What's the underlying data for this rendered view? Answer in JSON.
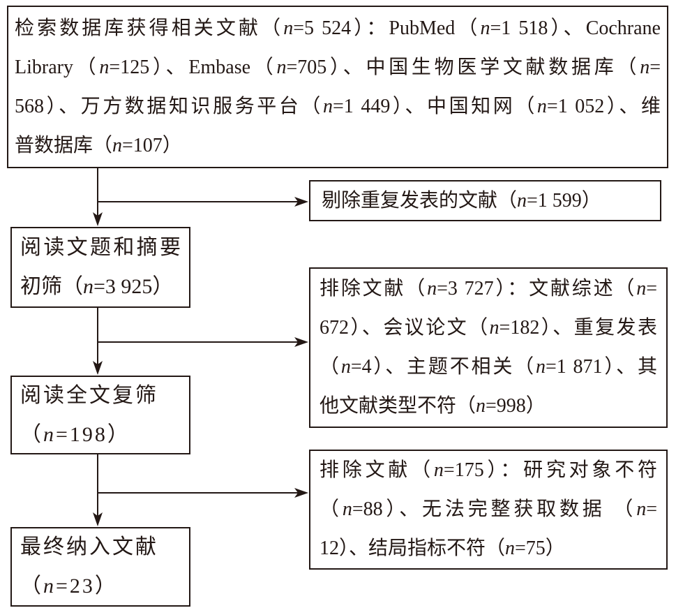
{
  "flowchart": {
    "search": {
      "lines": [
        "检索数据库获得相关文献（n=5 524）：PubMed（n=1 518）、Cochrane",
        "Library（n=125）、Embase（n=705）、中国生物医学文献数据库（n=",
        "568）、万方数据知识服务平台（n=1 449）、中国知网（n=1 052）、维",
        "普数据库（n=107）"
      ]
    },
    "dedup": {
      "text": "剔除重复发表的文献（n=1 599）"
    },
    "screening": {
      "lines": [
        "阅读文题和摘要",
        "初筛（n=3 925）"
      ]
    },
    "excluded_screening": {
      "lines": [
        "排除文献（n=3 727）：文献综述（n=",
        "672）、会议论文（n=182）、重复发表",
        "（n=4）、主题不相关（n=1 871）、其",
        "他文献类型不符（n=998）"
      ]
    },
    "fulltext": {
      "lines": [
        "阅读全文复筛",
        "（n=198）"
      ]
    },
    "excluded_fulltext": {
      "lines": [
        "排除文献（n=175）：研究对象不符",
        "（n=88）、无法完整获取数据 （n=",
        "12）、结局指标不符（n=75）"
      ]
    },
    "included": {
      "lines": [
        "最终纳入文献",
        "（n=23）"
      ]
    }
  },
  "colors": {
    "ink": "#231815",
    "background": "#ffffff"
  }
}
